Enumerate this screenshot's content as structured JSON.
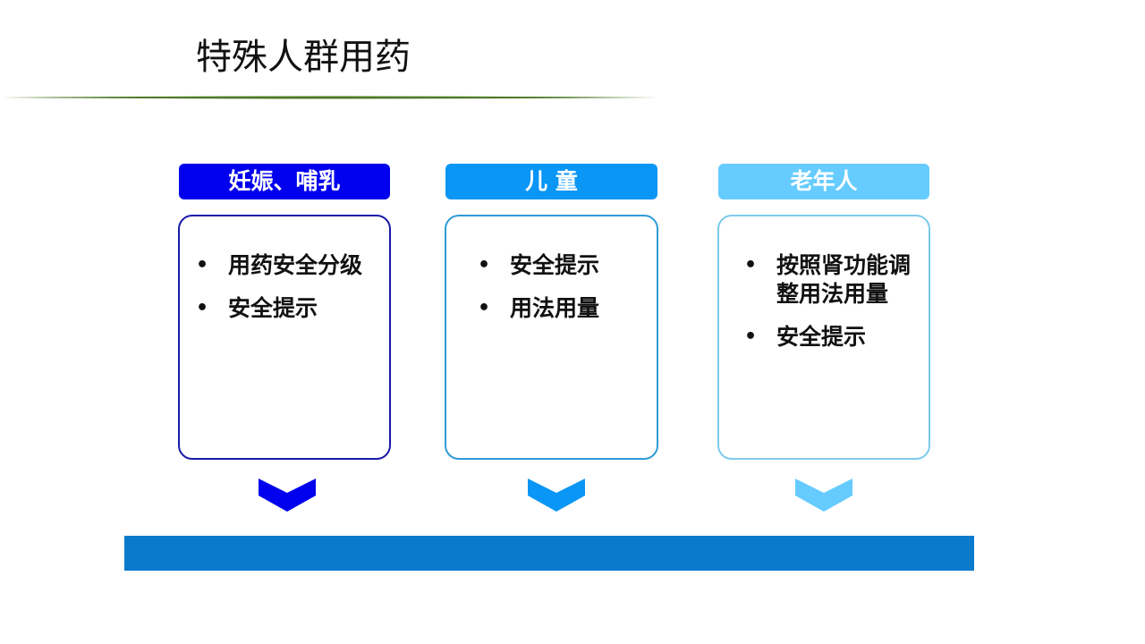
{
  "slide": {
    "title": "特殊人群用药"
  },
  "colors": {
    "rule": "#4f7a28",
    "header_1": "#0000ee",
    "header_2": "#0a96f5",
    "header_3": "#66ccff",
    "card_border_1": "#1a1aa8",
    "card_border_2": "#2f9bd6",
    "card_border_3": "#7ccbee",
    "bottom_bar": "#0a7acd"
  },
  "columns": [
    {
      "header": "妊娠、哺乳",
      "items": [
        "用药安全分级",
        "安全提示"
      ],
      "chevron_icon": "chevron-down-icon"
    },
    {
      "header": "儿 童",
      "items": [
        "安全提示",
        "用法用量"
      ],
      "chevron_icon": "chevron-down-icon"
    },
    {
      "header": "老年人",
      "items": [
        "按照肾功能调整用法用量",
        "安全提示"
      ],
      "chevron_icon": "chevron-down-icon"
    }
  ]
}
